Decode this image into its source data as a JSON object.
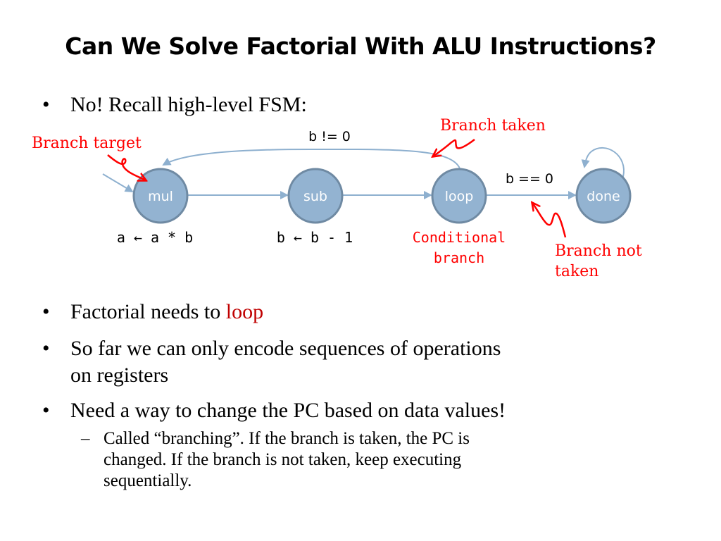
{
  "slide": {
    "title": "Can We Solve Factorial With ALU Instructions?",
    "bullet_marker": "•",
    "dash_marker": "–",
    "intro_bullet": "No! Recall high-level FSM:",
    "bullets": [
      {
        "parts": [
          "Factorial needs to ",
          "loop"
        ]
      },
      {
        "line1": "So far we can only encode sequences of operations",
        "line2": "on registers"
      },
      {
        "text": "Need a way to change the PC based on data values!"
      }
    ],
    "sub_bullet": {
      "line1": "Called “branching”.  If the branch is taken, the PC is",
      "line2": "changed.  If the branch is not taken, keep executing",
      "line3": "sequentially."
    }
  },
  "fsm": {
    "nodes": [
      {
        "id": "mul",
        "label": "mul",
        "action": "a ← a * b"
      },
      {
        "id": "sub",
        "label": "sub",
        "action": "b ← b - 1"
      },
      {
        "id": "loop",
        "label": "loop",
        "action_line1": "Conditional",
        "action_line2": "branch"
      },
      {
        "id": "done",
        "label": "done"
      }
    ],
    "edges": {
      "back_edge_label": "b != 0",
      "exit_edge_label": "b == 0"
    },
    "annotations": {
      "branch_target": "Branch target",
      "branch_taken": "Branch taken",
      "branch_not_taken_line1": "Branch not",
      "branch_not_taken_line2": "taken"
    },
    "colors": {
      "node_fill": "#93b3d1",
      "node_stroke": "#6f8aa3",
      "edge": "#8eb0cf",
      "annotation": "#ff0000",
      "highlight": "#c00000"
    }
  }
}
